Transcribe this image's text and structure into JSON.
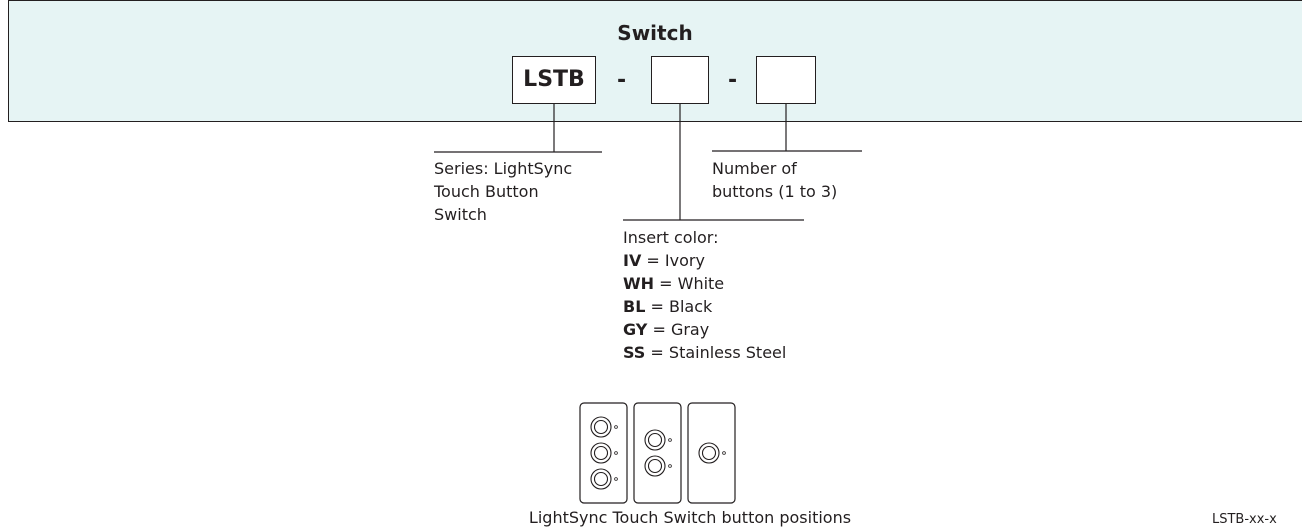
{
  "title": "Switch",
  "model_code": {
    "series": "LSTB",
    "separators": [
      "-",
      "-"
    ]
  },
  "notes": {
    "series": [
      "Series: LightSync",
      "Touch Button",
      "Switch"
    ],
    "button_count": [
      "Number of",
      "buttons (1 to 3)"
    ],
    "insert_color": {
      "heading": "Insert color:",
      "options": [
        {
          "code": "IV",
          "desc": " = Ivory"
        },
        {
          "code": "WH",
          "desc": " = White"
        },
        {
          "code": "BL",
          "desc": " = Black"
        },
        {
          "code": "GY",
          "desc": " = Gray"
        },
        {
          "code": "SS",
          "desc": " = Stainless Steel"
        }
      ]
    }
  },
  "figure": {
    "button_counts": [
      3,
      2,
      1
    ],
    "caption": "LightSync Touch Switch button positions"
  },
  "diagram_id": "LSTB-xx-x"
}
